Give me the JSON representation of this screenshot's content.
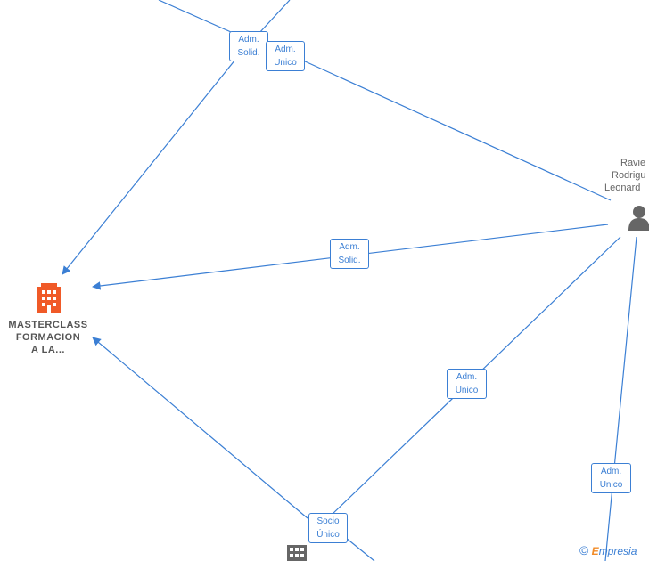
{
  "nodes": {
    "main_company": {
      "label_lines": [
        "MASTERCLASS",
        "FORMACION",
        "A LA..."
      ],
      "icon": "building-icon",
      "color": "#f05a28"
    },
    "person": {
      "label_lines": [
        "Ravie",
        "Rodrigu",
        "Leonard"
      ],
      "icon": "person-icon",
      "color": "#666666"
    },
    "bottom_company": {
      "icon": "building-icon",
      "color": "#666666"
    }
  },
  "edge_labels": {
    "top_left": [
      "Adm.",
      "Solid."
    ],
    "top_right": [
      "Adm.",
      "Unico"
    ],
    "middle": [
      "Adm.",
      "Solid."
    ],
    "lower_middle": [
      "Adm.",
      "Unico"
    ],
    "bottom": [
      "Socio",
      "Único"
    ],
    "right": [
      "Adm.",
      "Unico"
    ]
  },
  "footer": {
    "copyright": "©",
    "brand_initial": "E",
    "brand_rest": "mpresia"
  },
  "colors": {
    "edge": "#3b7fd4",
    "accent": "#f05a28"
  }
}
